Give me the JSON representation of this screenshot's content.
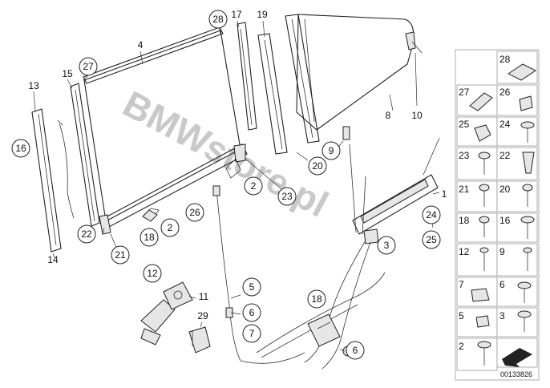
{
  "watermark": "BMWstore.pl",
  "diagram_id": "00133826",
  "callouts": {
    "c1": "1",
    "c2a": "2",
    "c2b": "2",
    "c3": "3",
    "c4": "4",
    "c5": "5",
    "c6a": "6",
    "c6b": "6",
    "c7": "7",
    "c8": "8",
    "c9": "9",
    "c10": "10",
    "c11": "11",
    "c12": "12",
    "c13": "13",
    "c14": "14",
    "c15": "15",
    "c16": "16",
    "c17": "17",
    "c18a": "18",
    "c18b": "18",
    "c19": "19",
    "c20": "20",
    "c21": "21",
    "c22": "22",
    "c23": "23",
    "c24": "24",
    "c25": "25",
    "c26": "26",
    "c27": "27",
    "c28": "28",
    "c29": "29"
  },
  "parts_table": {
    "r1": "28",
    "r2a": "27",
    "r2b": "26",
    "r3a": "25",
    "r3b": "24",
    "r4a": "23",
    "r4b": "22",
    "r5a": "21",
    "r5b": "20",
    "r6a": "18",
    "r6b": "16",
    "r7a": "12",
    "r7b": "9",
    "r8a": "7",
    "r8b": "6",
    "r9a": "5",
    "r9b": "3",
    "r10a": "2"
  }
}
